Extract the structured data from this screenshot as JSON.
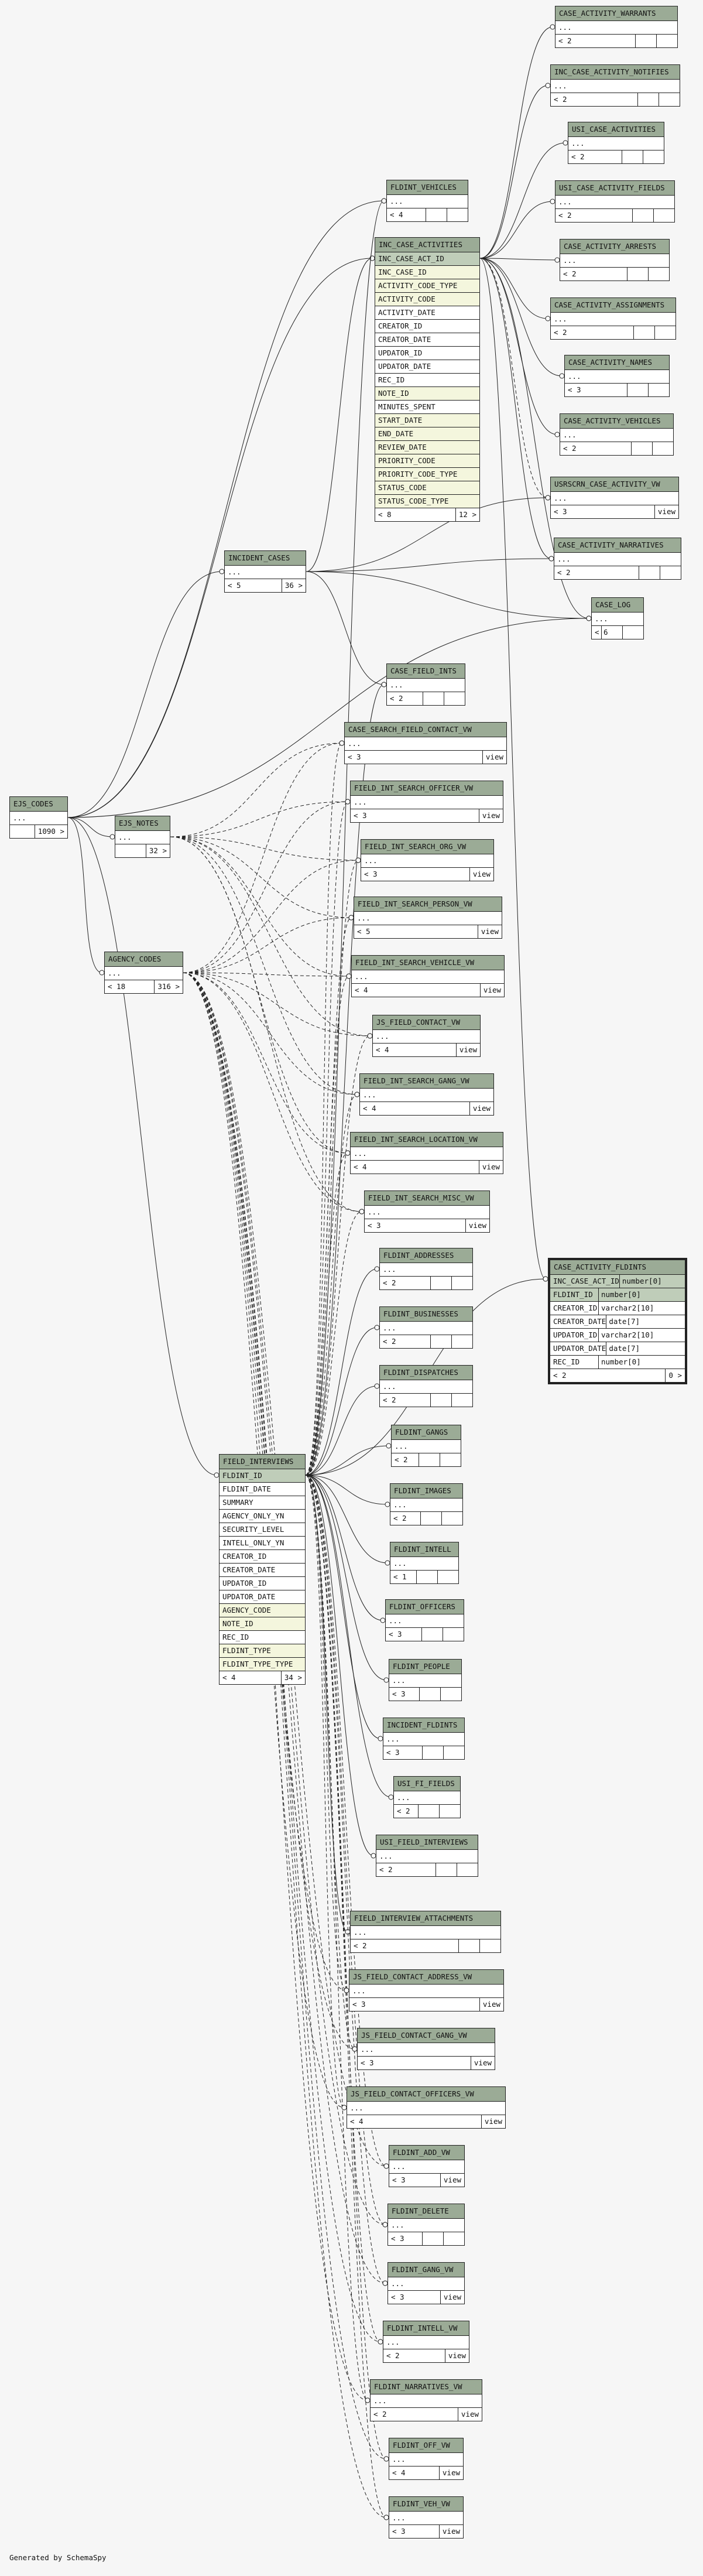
{
  "generated_by": "Generated by SchemaSpy",
  "tables": [
    {
      "id": "case_activity_warrants",
      "name": "CASE_ACTIVITY_WARRANTS",
      "rows_label": "...",
      "footer": {
        "left": "< 2",
        "right": "",
        "view": false
      }
    },
    {
      "id": "inc_case_activity_notifies",
      "name": "INC_CASE_ACTIVITY_NOTIFIES",
      "rows_label": "...",
      "footer": {
        "left": "< 2",
        "right": "",
        "view": false
      }
    },
    {
      "id": "usi_case_activities",
      "name": "USI_CASE_ACTIVITIES",
      "rows_label": "...",
      "footer": {
        "left": "< 2",
        "right": "",
        "view": false
      }
    },
    {
      "id": "usi_case_activity_fields",
      "name": "USI_CASE_ACTIVITY_FIELDS",
      "rows_label": "...",
      "footer": {
        "left": "< 2",
        "right": "",
        "view": false
      }
    },
    {
      "id": "case_activity_arrests",
      "name": "CASE_ACTIVITY_ARRESTS",
      "rows_label": "...",
      "footer": {
        "left": "< 2",
        "right": "",
        "view": false
      }
    },
    {
      "id": "case_activity_assignments",
      "name": "CASE_ACTIVITY_ASSIGNMENTS",
      "rows_label": "...",
      "footer": {
        "left": "< 2",
        "right": "",
        "view": false
      }
    },
    {
      "id": "case_activity_names",
      "name": "CASE_ACTIVITY_NAMES",
      "rows_label": "...",
      "footer": {
        "left": "< 3",
        "right": "",
        "view": false
      }
    },
    {
      "id": "case_activity_vehicles",
      "name": "CASE_ACTIVITY_VEHICLES",
      "rows_label": "...",
      "footer": {
        "left": "< 2",
        "right": "",
        "view": false
      }
    },
    {
      "id": "usrscrn_case_activity_vw",
      "name": "USRSCRN_CASE_ACTIVITY_VW",
      "rows_label": "...",
      "footer": {
        "left": "< 3",
        "right": "",
        "view": true
      }
    },
    {
      "id": "case_activity_narratives",
      "name": "CASE_ACTIVITY_NARRATIVES",
      "rows_label": "...",
      "footer": {
        "left": "< 2",
        "right": "",
        "view": false
      }
    },
    {
      "id": "case_log",
      "name": "CASE_LOG",
      "rows_label": "...",
      "footer": {
        "left": "< 6",
        "right": "",
        "view": false
      }
    },
    {
      "id": "fldint_vehicles",
      "name": "FLDINT_VEHICLES",
      "rows_label": "...",
      "footer": {
        "left": "< 4",
        "right": "",
        "view": false
      }
    },
    {
      "id": "inc_case_activities",
      "name": "INC_CASE_ACTIVITIES",
      "columns": [
        {
          "name": "INC_CASE_ACT_ID",
          "kind": "pk"
        },
        {
          "name": "INC_CASE_ID",
          "kind": "fk"
        },
        {
          "name": "ACTIVITY_CODE_TYPE",
          "kind": "fk"
        },
        {
          "name": "ACTIVITY_CODE",
          "kind": "fk"
        },
        {
          "name": "ACTIVITY_DATE",
          "kind": ""
        },
        {
          "name": "CREATOR_ID",
          "kind": ""
        },
        {
          "name": "CREATOR_DATE",
          "kind": ""
        },
        {
          "name": "UPDATOR_ID",
          "kind": ""
        },
        {
          "name": "UPDATOR_DATE",
          "kind": ""
        },
        {
          "name": "REC_ID",
          "kind": ""
        },
        {
          "name": "NOTE_ID",
          "kind": "fk"
        },
        {
          "name": "MINUTES_SPENT",
          "kind": ""
        },
        {
          "name": "START_DATE",
          "kind": "fk"
        },
        {
          "name": "END_DATE",
          "kind": "fk"
        },
        {
          "name": "REVIEW_DATE",
          "kind": "fk"
        },
        {
          "name": "PRIORITY_CODE",
          "kind": "fk"
        },
        {
          "name": "PRIORITY_CODE_TYPE",
          "kind": "fk"
        },
        {
          "name": "STATUS_CODE",
          "kind": "fk"
        },
        {
          "name": "STATUS_CODE_TYPE",
          "kind": "fk"
        }
      ],
      "footer": {
        "left": "< 8",
        "right": "12 >",
        "view": false
      }
    },
    {
      "id": "incident_cases",
      "name": "INCIDENT_CASES",
      "rows_label": "...",
      "footer": {
        "left": "< 5",
        "right": "36 >",
        "view": false
      }
    },
    {
      "id": "case_field_ints",
      "name": "CASE_FIELD_INTS",
      "rows_label": "...",
      "footer": {
        "left": "< 2",
        "right": "",
        "view": false
      }
    },
    {
      "id": "case_search_field_contact_vw",
      "name": "CASE_SEARCH_FIELD_CONTACT_VW",
      "rows_label": "...",
      "footer": {
        "left": "< 3",
        "right": "",
        "view": true
      }
    },
    {
      "id": "ejs_codes",
      "name": "EJS_CODES",
      "rows_label": "...",
      "footer": {
        "left": "",
        "right": "1090 >",
        "view": false
      }
    },
    {
      "id": "ejs_notes",
      "name": "EJS_NOTES",
      "rows_label": "...",
      "footer": {
        "left": "",
        "right": "32 >",
        "view": false
      }
    },
    {
      "id": "field_int_search_officer_vw",
      "name": "FIELD_INT_SEARCH_OFFICER_VW",
      "rows_label": "...",
      "footer": {
        "left": "< 3",
        "right": "",
        "view": true
      }
    },
    {
      "id": "field_int_search_org_vw",
      "name": "FIELD_INT_SEARCH_ORG_VW",
      "rows_label": "...",
      "footer": {
        "left": "< 3",
        "right": "",
        "view": true
      }
    },
    {
      "id": "field_int_search_person_vw",
      "name": "FIELD_INT_SEARCH_PERSON_VW",
      "rows_label": "...",
      "footer": {
        "left": "< 5",
        "right": "",
        "view": true
      }
    },
    {
      "id": "agency_codes",
      "name": "AGENCY_CODES",
      "rows_label": "...",
      "footer": {
        "left": "< 18",
        "right": "316 >",
        "view": false
      }
    },
    {
      "id": "field_int_search_vehicle_vw",
      "name": "FIELD_INT_SEARCH_VEHICLE_VW",
      "rows_label": "...",
      "footer": {
        "left": "< 4",
        "right": "",
        "view": true
      }
    },
    {
      "id": "js_field_contact_vw",
      "name": "JS_FIELD_CONTACT_VW",
      "rows_label": "...",
      "footer": {
        "left": "< 4",
        "right": "",
        "view": true
      }
    },
    {
      "id": "field_int_search_gang_vw",
      "name": "FIELD_INT_SEARCH_GANG_VW",
      "rows_label": "...",
      "footer": {
        "left": "< 4",
        "right": "",
        "view": true
      }
    },
    {
      "id": "field_int_search_location_vw",
      "name": "FIELD_INT_SEARCH_LOCATION_VW",
      "rows_label": "...",
      "footer": {
        "left": "< 4",
        "right": "",
        "view": true
      }
    },
    {
      "id": "field_int_search_misc_vw",
      "name": "FIELD_INT_SEARCH_MISC_VW",
      "rows_label": "...",
      "footer": {
        "left": "< 3",
        "right": "",
        "view": true
      }
    },
    {
      "id": "fldint_addresses",
      "name": "FLDINT_ADDRESSES",
      "rows_label": "...",
      "footer": {
        "left": "< 2",
        "right": "",
        "view": false
      }
    },
    {
      "id": "case_activity_fldints",
      "name": "CASE_ACTIVITY_FLDINTS",
      "focus": true,
      "typed": true,
      "columns": [
        {
          "name": "INC_CASE_ACT_ID",
          "type": "number[0]",
          "kind": "pk"
        },
        {
          "name": "FLDINT_ID",
          "type": "number[0]",
          "kind": "pk"
        },
        {
          "name": "CREATOR_ID",
          "type": "varchar2[10]",
          "kind": ""
        },
        {
          "name": "CREATOR_DATE",
          "type": "date[7]",
          "kind": ""
        },
        {
          "name": "UPDATOR_ID",
          "type": "varchar2[10]",
          "kind": ""
        },
        {
          "name": "UPDATOR_DATE",
          "type": "date[7]",
          "kind": ""
        },
        {
          "name": "REC_ID",
          "type": "number[0]",
          "kind": ""
        }
      ],
      "footer": {
        "left": "< 2",
        "right": "0 >",
        "view": false
      }
    },
    {
      "id": "fldint_businesses",
      "name": "FLDINT_BUSINESSES",
      "rows_label": "...",
      "footer": {
        "left": "< 2",
        "right": "",
        "view": false
      }
    },
    {
      "id": "fldint_dispatches",
      "name": "FLDINT_DISPATCHES",
      "rows_label": "...",
      "footer": {
        "left": "< 2",
        "right": "",
        "view": false
      }
    },
    {
      "id": "fldint_gangs",
      "name": "FLDINT_GANGS",
      "rows_label": "...",
      "footer": {
        "left": "< 2",
        "right": "",
        "view": false
      }
    },
    {
      "id": "field_interviews",
      "name": "FIELD_INTERVIEWS",
      "columns": [
        {
          "name": "FLDINT_ID",
          "kind": "pk"
        },
        {
          "name": "FLDINT_DATE",
          "kind": ""
        },
        {
          "name": "SUMMARY",
          "kind": ""
        },
        {
          "name": "AGENCY_ONLY_YN",
          "kind": ""
        },
        {
          "name": "SECURITY_LEVEL",
          "kind": ""
        },
        {
          "name": "INTELL_ONLY_YN",
          "kind": ""
        },
        {
          "name": "CREATOR_ID",
          "kind": ""
        },
        {
          "name": "CREATOR_DATE",
          "kind": ""
        },
        {
          "name": "UPDATOR_ID",
          "kind": ""
        },
        {
          "name": "UPDATOR_DATE",
          "kind": ""
        },
        {
          "name": "AGENCY_CODE",
          "kind": "fk"
        },
        {
          "name": "NOTE_ID",
          "kind": "fk"
        },
        {
          "name": "REC_ID",
          "kind": ""
        },
        {
          "name": "FLDINT_TYPE",
          "kind": "fk"
        },
        {
          "name": "FLDINT_TYPE_TYPE",
          "kind": "fk"
        }
      ],
      "footer": {
        "left": "< 4",
        "right": "34 >",
        "view": false
      }
    },
    {
      "id": "fldint_images",
      "name": "FLDINT_IMAGES",
      "rows_label": "...",
      "footer": {
        "left": "< 2",
        "right": "",
        "view": false
      }
    },
    {
      "id": "fldint_intell",
      "name": "FLDINT_INTELL",
      "rows_label": "...",
      "footer": {
        "left": "< 1",
        "right": "",
        "view": false
      }
    },
    {
      "id": "fldint_officers",
      "name": "FLDINT_OFFICERS",
      "rows_label": "...",
      "footer": {
        "left": "< 3",
        "right": "",
        "view": false
      }
    },
    {
      "id": "fldint_people",
      "name": "FLDINT_PEOPLE",
      "rows_label": "...",
      "footer": {
        "left": "< 3",
        "right": "",
        "view": false
      }
    },
    {
      "id": "incident_fldints",
      "name": "INCIDENT_FLDINTS",
      "rows_label": "...",
      "footer": {
        "left": "< 3",
        "right": "",
        "view": false
      }
    },
    {
      "id": "usi_fi_fields",
      "name": "USI_FI_FIELDS",
      "rows_label": "...",
      "footer": {
        "left": "< 2",
        "right": "",
        "view": false
      }
    },
    {
      "id": "usi_field_interviews",
      "name": "USI_FIELD_INTERVIEWS",
      "rows_label": "...",
      "footer": {
        "left": "< 2",
        "right": "",
        "view": false
      }
    },
    {
      "id": "field_interview_attachments",
      "name": "FIELD_INTERVIEW_ATTACHMENTS",
      "rows_label": "...",
      "footer": {
        "left": "< 2",
        "right": "",
        "view": false
      }
    },
    {
      "id": "js_field_contact_address_vw",
      "name": "JS_FIELD_CONTACT_ADDRESS_VW",
      "rows_label": "...",
      "footer": {
        "left": "< 3",
        "right": "",
        "view": true
      }
    },
    {
      "id": "js_field_contact_gang_vw",
      "name": "JS_FIELD_CONTACT_GANG_VW",
      "rows_label": "...",
      "footer": {
        "left": "< 3",
        "right": "",
        "view": true
      }
    },
    {
      "id": "js_field_contact_officers_vw",
      "name": "JS_FIELD_CONTACT_OFFICERS_VW",
      "rows_label": "...",
      "footer": {
        "left": "< 4",
        "right": "",
        "view": true
      }
    },
    {
      "id": "fldint_add_vw",
      "name": "FLDINT_ADD_VW",
      "rows_label": "...",
      "footer": {
        "left": "< 3",
        "right": "",
        "view": true
      }
    },
    {
      "id": "fldint_delete",
      "name": "FLDINT_DELETE",
      "rows_label": "...",
      "footer": {
        "left": "< 3",
        "right": "",
        "view": false
      }
    },
    {
      "id": "fldint_gang_vw",
      "name": "FLDINT_GANG_VW",
      "rows_label": "...",
      "footer": {
        "left": "< 3",
        "right": "",
        "view": true
      }
    },
    {
      "id": "fldint_intell_vw",
      "name": "FLDINT_INTELL_VW",
      "rows_label": "...",
      "footer": {
        "left": "< 2",
        "right": "",
        "view": true
      }
    },
    {
      "id": "fldint_narratives_vw",
      "name": "FLDINT_NARRATIVES_VW",
      "rows_label": "...",
      "footer": {
        "left": "< 2",
        "right": "",
        "view": true
      }
    },
    {
      "id": "fldint_off_vw",
      "name": "FLDINT_OFF_VW",
      "rows_label": "...",
      "footer": {
        "left": "< 4",
        "right": "",
        "view": true
      }
    },
    {
      "id": "fldint_veh_vw",
      "name": "FLDINT_VEH_VW",
      "rows_label": "...",
      "footer": {
        "left": "< 3",
        "right": "",
        "view": true
      }
    }
  ],
  "view_label": "view",
  "colors": {
    "header": "#9bab96",
    "primary_key": "#bfcdb9",
    "foreign_key": "#f4f6dd",
    "background": "#f6f6f6",
    "border": "#222222"
  }
}
